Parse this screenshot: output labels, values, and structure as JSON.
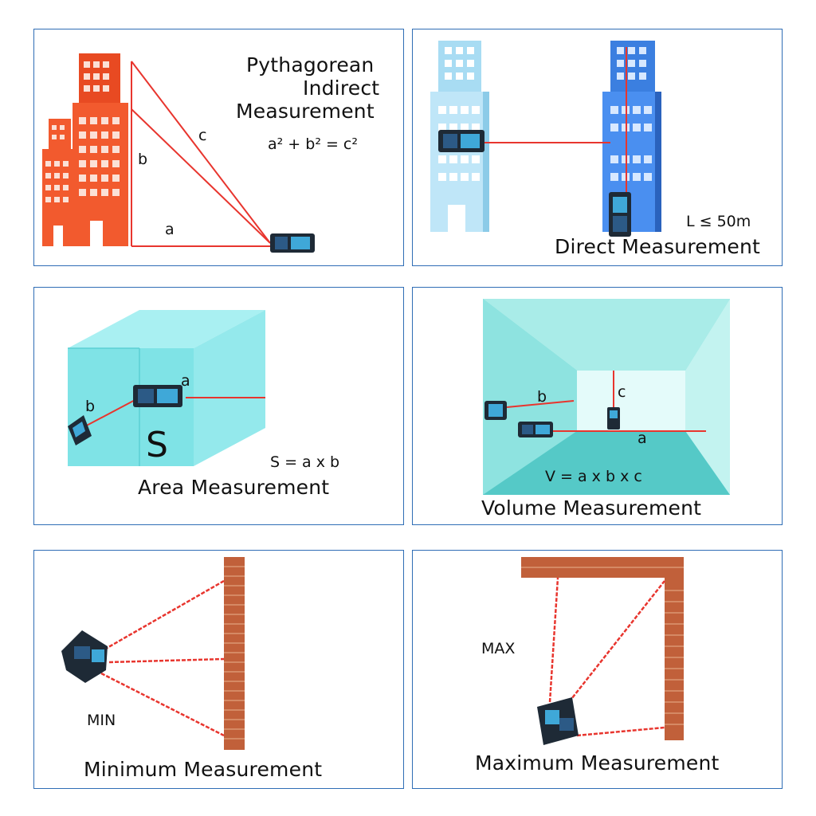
{
  "colors": {
    "panel_border": "#2f6db5",
    "laser": "#e8352e",
    "orange_building": "#f25a2e",
    "light_building": "#a8dcf3",
    "blue_building": "#3b7fe0",
    "cyan_room": "#7fe3e6",
    "brick": "#c1603a"
  },
  "panels": {
    "pythagorean": {
      "title_line1": "Pythagorean",
      "title_line2": "Indirect",
      "title_line3": "Measurement",
      "formula": "a² + b² = c²",
      "label_a": "a",
      "label_b": "b",
      "label_c": "c"
    },
    "direct": {
      "title": "Direct Measurement",
      "range": "L ≤ 50m"
    },
    "area": {
      "title": "Area Measurement",
      "formula": "S = a x b",
      "symbol": "S",
      "label_a": "a",
      "label_b": "b"
    },
    "volume": {
      "title": "Volume Measurement",
      "formula": "V = a x b x c",
      "label_a": "a",
      "label_b": "b",
      "label_c": "c"
    },
    "minimum": {
      "title": "Minimum Measurement",
      "label": "MIN"
    },
    "maximum": {
      "title": "Maximum Measurement",
      "label": "MAX"
    }
  }
}
